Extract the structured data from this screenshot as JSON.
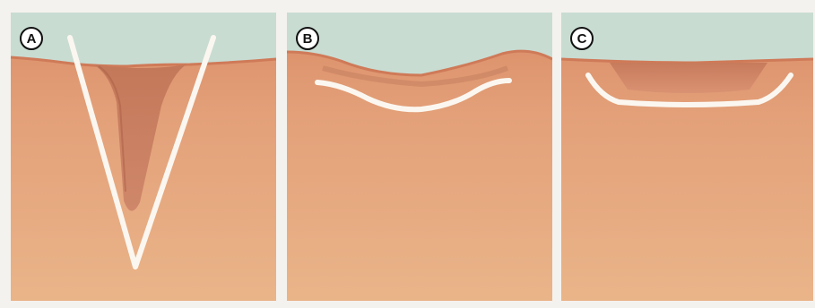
{
  "panels": [
    {
      "label": "A",
      "shape": "v-shaped-scar"
    },
    {
      "label": "B",
      "shape": "rolling-scar"
    },
    {
      "label": "C",
      "shape": "boxcar-scar"
    }
  ],
  "colors": {
    "background": "#f4f2ee",
    "sky": "#c8dcd2",
    "skin_surface": "#d98c66",
    "skin_deep": "#e7a77d",
    "scar_shadow": "#b86a4f",
    "outline": "#fbf7f0"
  }
}
